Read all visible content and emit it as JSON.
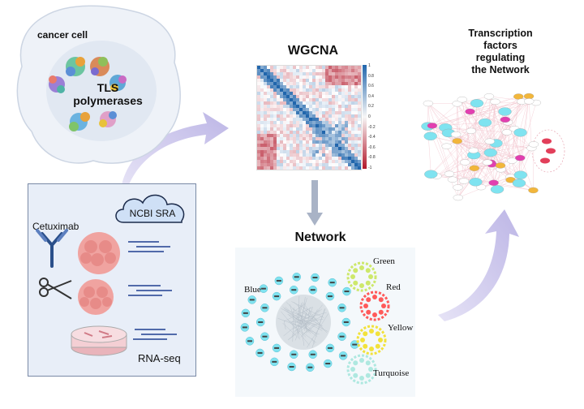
{
  "cancer_cell": {
    "label": "cancer cell",
    "center_text": "TLS\npolymerases"
  },
  "data_box": {
    "ncbi_label": "NCBI SRA",
    "treatment_label": "Cetuximab",
    "rnaseq_label": "RNA-seq"
  },
  "wgcna": {
    "title": "WGCNA",
    "colorbar_ticks": [
      "1",
      "0.8",
      "0.6",
      "0.4",
      "0.2",
      "0",
      "-0.2",
      "-0.4",
      "-0.6",
      "-0.8",
      "-1"
    ]
  },
  "network": {
    "title": "Network",
    "modules": [
      "Blue",
      "Green",
      "Red",
      "Yellow",
      "Turquoise"
    ]
  },
  "tf": {
    "title": "Transcription\nfactors\nregulating\nthe Network"
  },
  "colors": {
    "arrow": "#c9c4e8",
    "cell_fill": "#eef2f8",
    "box_fill": "#e8eef8",
    "ncbi_fill": "#cfe0f6",
    "heatmap_pos": "#2166ac",
    "heatmap_neg": "#b2182b",
    "node_cyan": "#7fe3f0"
  }
}
